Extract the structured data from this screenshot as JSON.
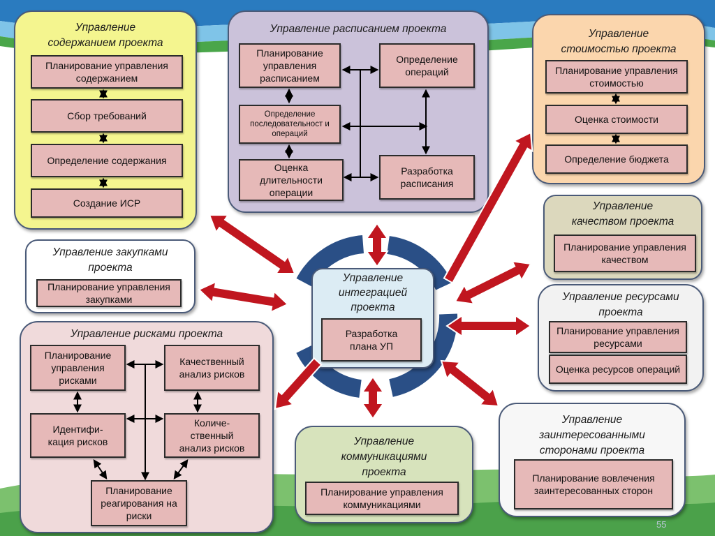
{
  "colors": {
    "group_border": "#4a5a78",
    "box_fill": "#e6b9b8",
    "arrow_fill": "#c0161f",
    "ring": "#2a4f86",
    "scope_bg": "#f4f58f",
    "schedule_bg": "#cbc2da",
    "cost_bg": "#fbd6ad",
    "quality_bg": "#dcd8bd",
    "risk_bg": "#f0dadb",
    "comm_bg": "#d7e3bc",
    "integration_bg": "#dcecf4"
  },
  "groups": {
    "scope": {
      "title": "Управление\nсодержанием проекта",
      "boxes": [
        "Планирование управления содержанием",
        "Сбор требований",
        "Определение содержания",
        "Создание ИСР"
      ]
    },
    "schedule": {
      "title": "Управление расписанием проекта",
      "boxes": [
        "Планирование управления расписанием",
        "Определение операций",
        "Определение последовательност и операций",
        "Оценка длительности операции",
        "Разработка расписания"
      ]
    },
    "cost": {
      "title": "Управление\nстоимостью проекта",
      "boxes": [
        "Планирование управления стоимостью",
        "Оценка стоимости",
        "Определение бюджета"
      ]
    },
    "quality": {
      "title": "Управление\nкачеством проекта",
      "boxes": [
        "Планирование управления качеством"
      ]
    },
    "procurement": {
      "title": "Управление закупками\nпроекта",
      "boxes": [
        "Планирование управления закупками"
      ]
    },
    "integration": {
      "title": "Управление\nинтеграцией\nпроекта",
      "boxes": [
        "Разработка\nплана УП"
      ]
    },
    "resources": {
      "title": "Управление ресурсами\nпроекта",
      "boxes": [
        "Планирование управления ресурсами",
        "Оценка ресурсов операций"
      ]
    },
    "risk": {
      "title": "Управление рисками проекта",
      "boxes": [
        "Планирование управления рисками",
        "Качественный анализ рисков",
        "Иденти­фи-\nкация рисков",
        "Количе-\nственный\nанализ рисков",
        "Планирование реагирования на риски"
      ]
    },
    "communications": {
      "title": "Управление\nкоммуникациями\nпроекта",
      "boxes": [
        "Планирование управления коммуникациями"
      ]
    },
    "stakeholders": {
      "title": "Управление\nзаинтересованными\nсторонами проекта",
      "boxes": [
        "Планирование вовлечения заинтересованных сторон"
      ]
    }
  },
  "page_number": "55"
}
